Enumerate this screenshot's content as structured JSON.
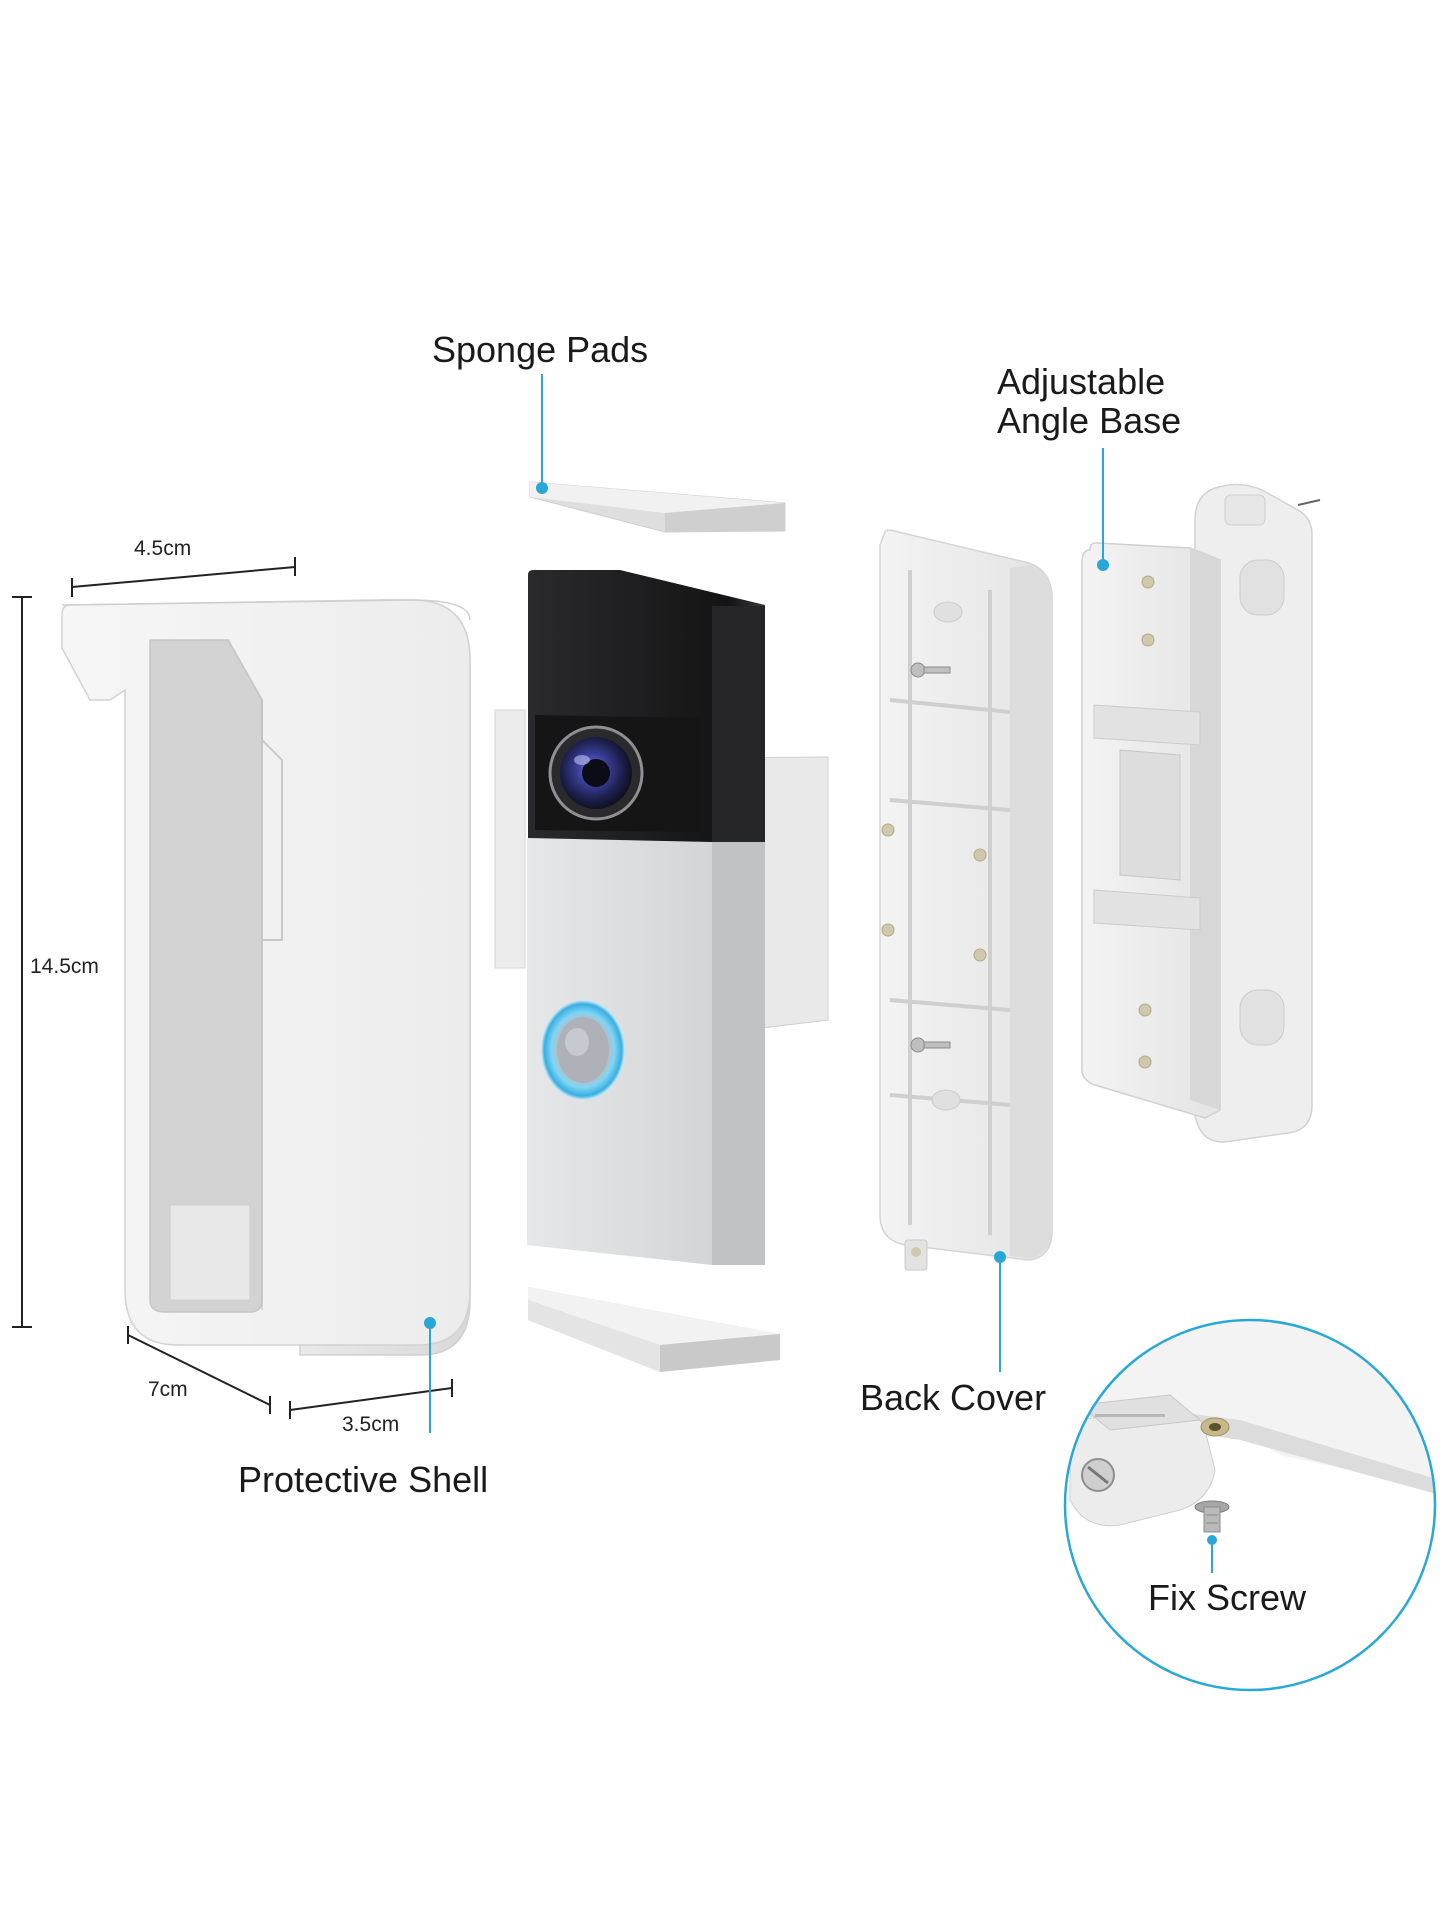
{
  "labels": {
    "sponge_pads": "Sponge Pads",
    "adjustable_angle_base_line1": "Adjustable",
    "adjustable_angle_base_line2": "Angle Base",
    "protective_shell": "Protective Shell",
    "back_cover": "Back Cover",
    "fix_screw": "Fix Screw"
  },
  "dimensions": {
    "width": "4.5cm",
    "height": "14.5cm",
    "depth": "7cm",
    "inner_width": "3.5cm"
  },
  "colors": {
    "accent": "#29a8d8",
    "dark_label_line": "#222222",
    "camera_top": "#1c1c1e",
    "body_silver": "#d9dadc",
    "shell_white": "#f4f4f4",
    "ring_blue": "#5fc6ee"
  },
  "icons": [
    "camera-lens-icon",
    "doorbell-button-icon",
    "screw-icon"
  ]
}
